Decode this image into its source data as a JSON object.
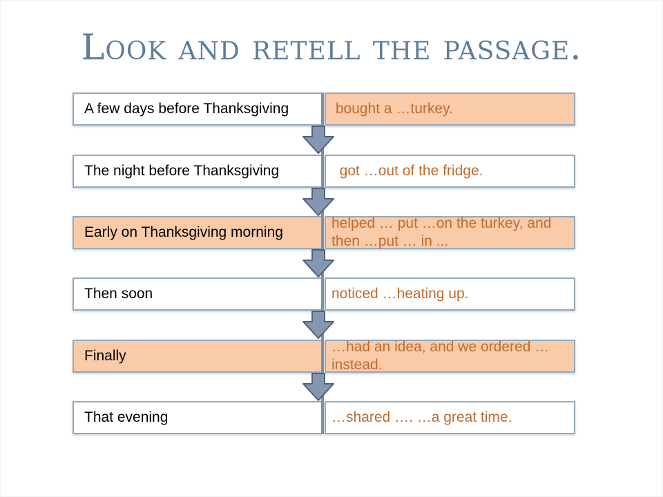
{
  "slide": {
    "title": "Look and retell the passage."
  },
  "rows": [
    {
      "time": "A few days before Thanksgiving",
      "action": " bought a …turkey."
    },
    {
      "time": "The night before Thanksgiving",
      "action": "  got …out of the fridge."
    },
    {
      "time": "Early on Thanksgiving morning",
      "action": "helped … put …on the turkey, and then …put … in ..."
    },
    {
      "time": "Then soon",
      "action": "noticed …heating up."
    },
    {
      "time": "Finally",
      "action": "…had an idea, and we ordered … instead."
    },
    {
      "time": "That evening",
      "action": "…shared …. …a great time."
    }
  ],
  "colors": {
    "title_text": "#5e7d9a",
    "time_text": "#000000",
    "action_text": "#bf6b2e",
    "highlight_fill": "#f9cba9",
    "box_fill": "#ffffff",
    "box_border": "#93a9bc",
    "arrow_fill": "#8496b0",
    "arrow_outline": "#4f617a",
    "connector_line": "#7c90a8"
  }
}
